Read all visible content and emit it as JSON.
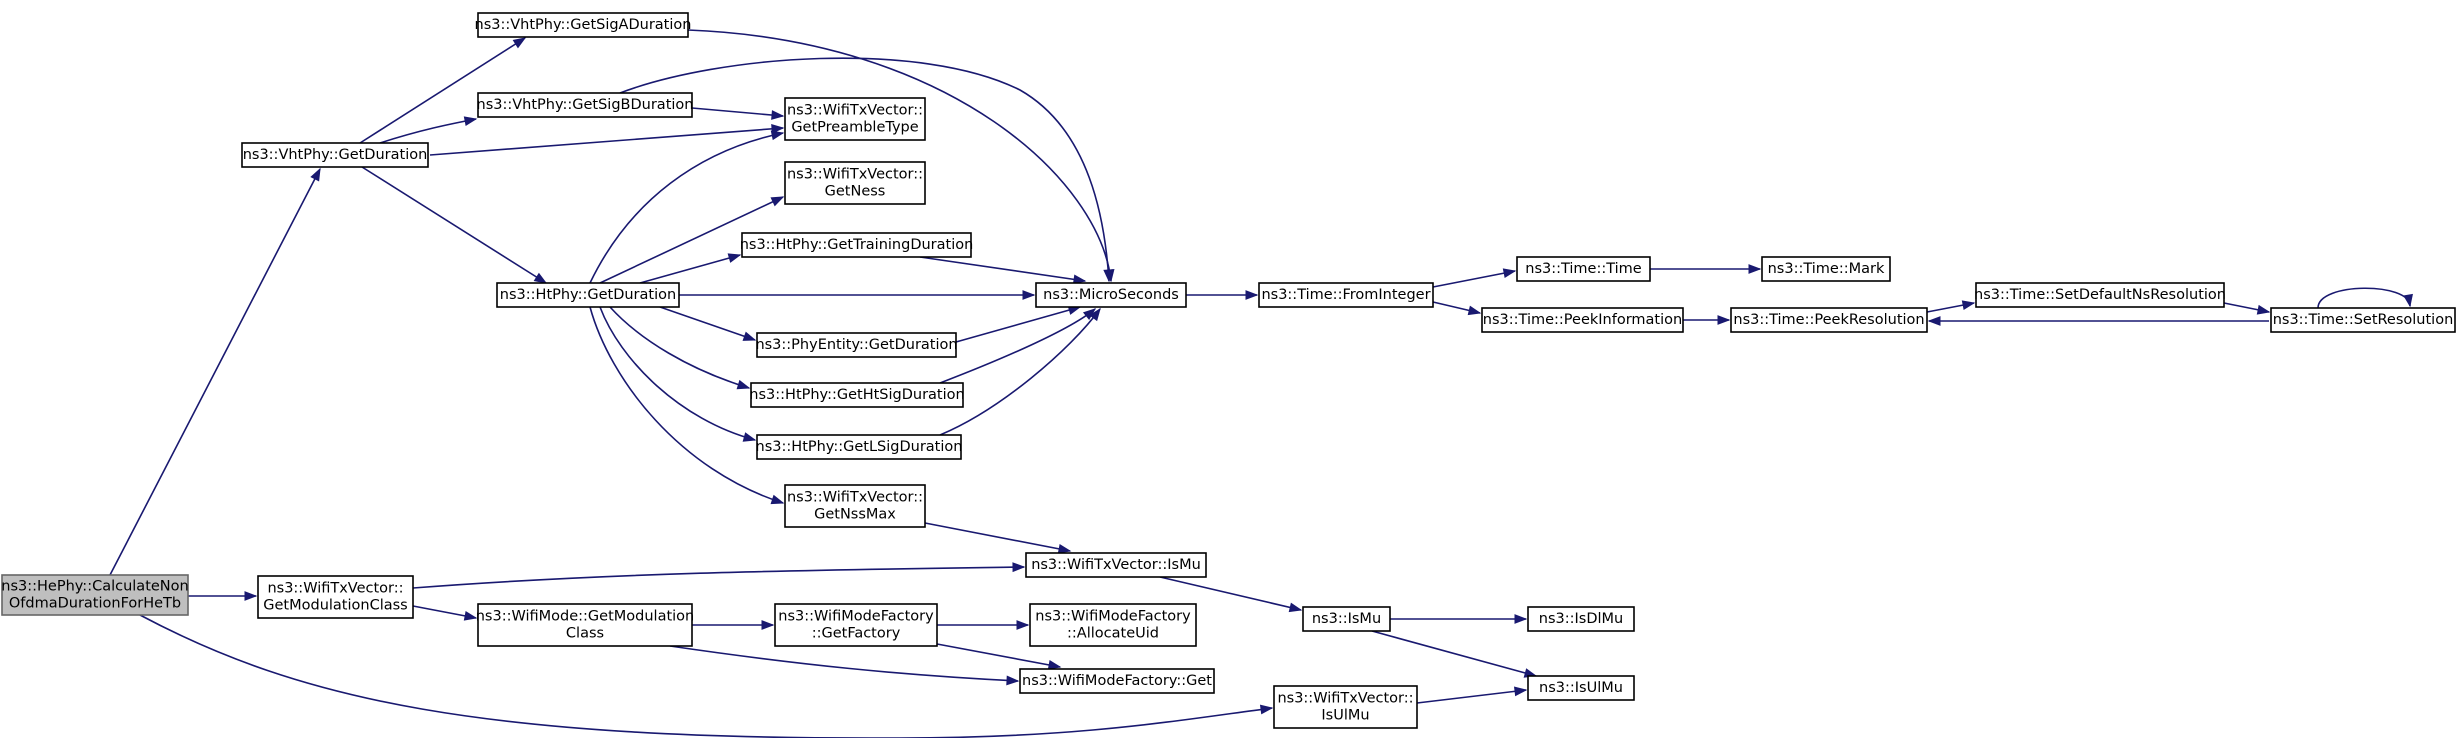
{
  "edge_color": "#191970",
  "root_fill": "#bfbfbf",
  "nodes": {
    "calc": {
      "lines": [
        "ns3::HePhy::CalculateNon",
        "OfdmaDurationForHeTb"
      ]
    },
    "vht_getduration": {
      "lines": [
        "ns3::VhtPhy::GetDuration"
      ]
    },
    "vht_sigA": {
      "lines": [
        "ns3::VhtPhy::GetSigADuration"
      ]
    },
    "vht_sigB": {
      "lines": [
        "ns3::VhtPhy::GetSigBDuration"
      ]
    },
    "preamble": {
      "lines": [
        "ns3::WifiTxVector::",
        "GetPreambleType"
      ]
    },
    "getness": {
      "lines": [
        "ns3::WifiTxVector::",
        "GetNess"
      ]
    },
    "training": {
      "lines": [
        "ns3::HtPhy::GetTrainingDuration"
      ]
    },
    "ht_getduration": {
      "lines": [
        "ns3::HtPhy::GetDuration"
      ]
    },
    "microseconds": {
      "lines": [
        "ns3::MicroSeconds"
      ]
    },
    "fromint": {
      "lines": [
        "ns3::Time::FromInteger"
      ]
    },
    "time": {
      "lines": [
        "ns3::Time::Time"
      ]
    },
    "mark": {
      "lines": [
        "ns3::Time::Mark"
      ]
    },
    "peekinfo": {
      "lines": [
        "ns3::Time::PeekInformation"
      ]
    },
    "peekres": {
      "lines": [
        "ns3::Time::PeekResolution"
      ]
    },
    "setdef": {
      "lines": [
        "ns3::Time::SetDefaultNsResolution"
      ]
    },
    "setres": {
      "lines": [
        "ns3::Time::SetResolution"
      ]
    },
    "phyentity": {
      "lines": [
        "ns3::PhyEntity::GetDuration"
      ]
    },
    "htsig": {
      "lines": [
        "ns3::HtPhy::GetHtSigDuration"
      ]
    },
    "lsig": {
      "lines": [
        "ns3::HtPhy::GetLSigDuration"
      ]
    },
    "nssmax": {
      "lines": [
        "ns3::WifiTxVector::",
        "GetNssMax"
      ]
    },
    "modclass": {
      "lines": [
        "ns3::WifiTxVector::",
        "GetModulationClass"
      ]
    },
    "ismu_v": {
      "lines": [
        "ns3::WifiTxVector::IsMu"
      ]
    },
    "ismu": {
      "lines": [
        "ns3::IsMu"
      ]
    },
    "isdlmu": {
      "lines": [
        "ns3::IsDlMu"
      ]
    },
    "isulmu": {
      "lines": [
        "ns3::IsUlMu"
      ]
    },
    "wm_modclass": {
      "lines": [
        "ns3::WifiMode::GetModulation",
        "Class"
      ]
    },
    "getfactory": {
      "lines": [
        "ns3::WifiModeFactory",
        "::GetFactory"
      ]
    },
    "allocuid": {
      "lines": [
        "ns3::WifiModeFactory",
        "::AllocateUid"
      ]
    },
    "wmf_get": {
      "lines": [
        "ns3::WifiModeFactory::Get"
      ]
    },
    "isulmu_v": {
      "lines": [
        "ns3::WifiTxVector::",
        "IsUlMu"
      ]
    }
  }
}
